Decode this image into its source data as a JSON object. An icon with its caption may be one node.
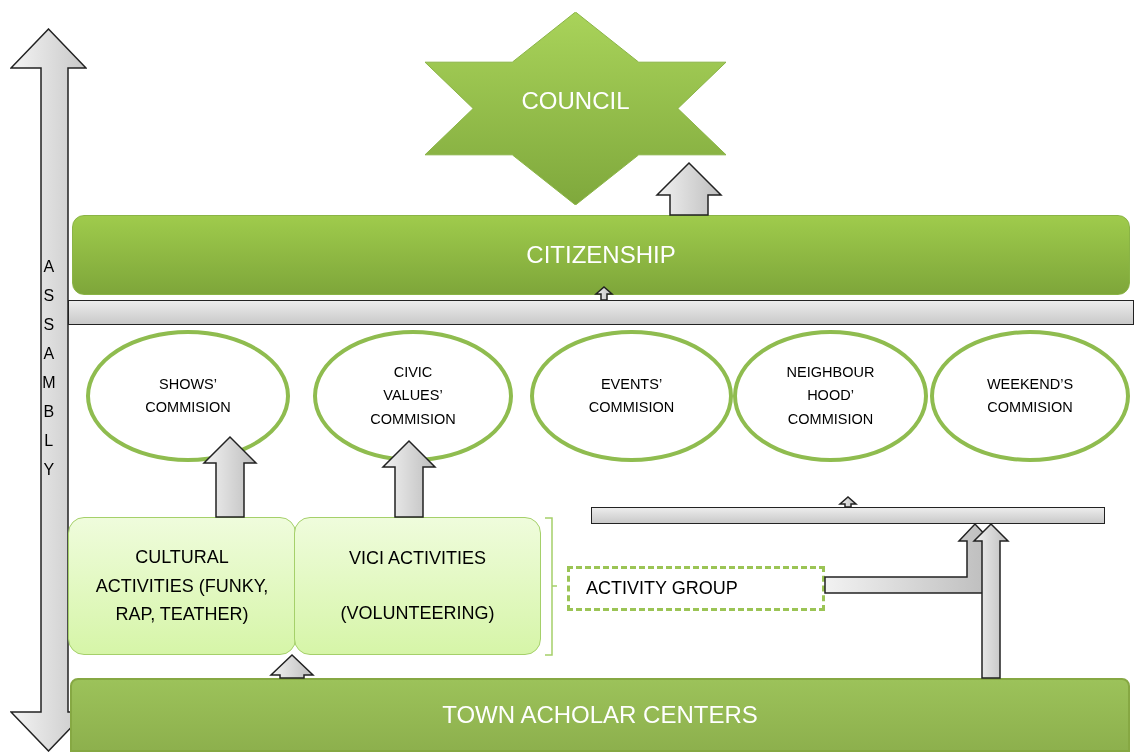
{
  "diagram": {
    "nodes": [
      {
        "text": [
          "COUNCIL"
        ]
      },
      {
        "text": [
          "ASSAMBLY"
        ]
      },
      {
        "text": [
          "CITIZENSHIP"
        ]
      },
      {
        "text": [],
        "shape": "bar"
      },
      {
        "text": [
          "SHOWS’ COMMISION"
        ]
      },
      {
        "text": [
          "CIVIC VALUES’ COMMISION"
        ]
      },
      {
        "text": [
          "EVENTS’ COMMISION"
        ]
      },
      {
        "text": [
          "NEIGHBOUR HOOD’ COMMISION"
        ]
      },
      {
        "text": [
          "WEEKEND’S COMMISION"
        ]
      },
      {
        "text": [],
        "shape": "bar"
      },
      {
        "text": [
          "CULTURAL ACTIVITIES (FUNKY, RAP, TEATHER)"
        ]
      },
      {
        "text": [
          "VICI ACTIVITIES",
          "(VOLUNTEERING)"
        ]
      },
      {
        "text": [
          "ACTIVITY GROUP"
        ]
      },
      {
        "text": [
          "TOWN ACHOLAR CENTERS"
        ]
      }
    ],
    "edges": [
      {
        "from": 2,
        "to": 0,
        "arrow": "to"
      },
      {
        "from": 3,
        "to": 2,
        "arrow": "to"
      },
      {
        "from": 10,
        "to": 4,
        "arrow": "to"
      },
      {
        "from": 11,
        "to": 5,
        "arrow": "to"
      },
      {
        "from": 13,
        "to": 11,
        "arrow": "to"
      },
      {
        "from": 9,
        "to": null,
        "arrow": "to"
      },
      {
        "from": 12,
        "to": 9,
        "arrow": "to"
      },
      {
        "from": 13,
        "to": 9,
        "arrow": "to"
      }
    ]
  }
}
